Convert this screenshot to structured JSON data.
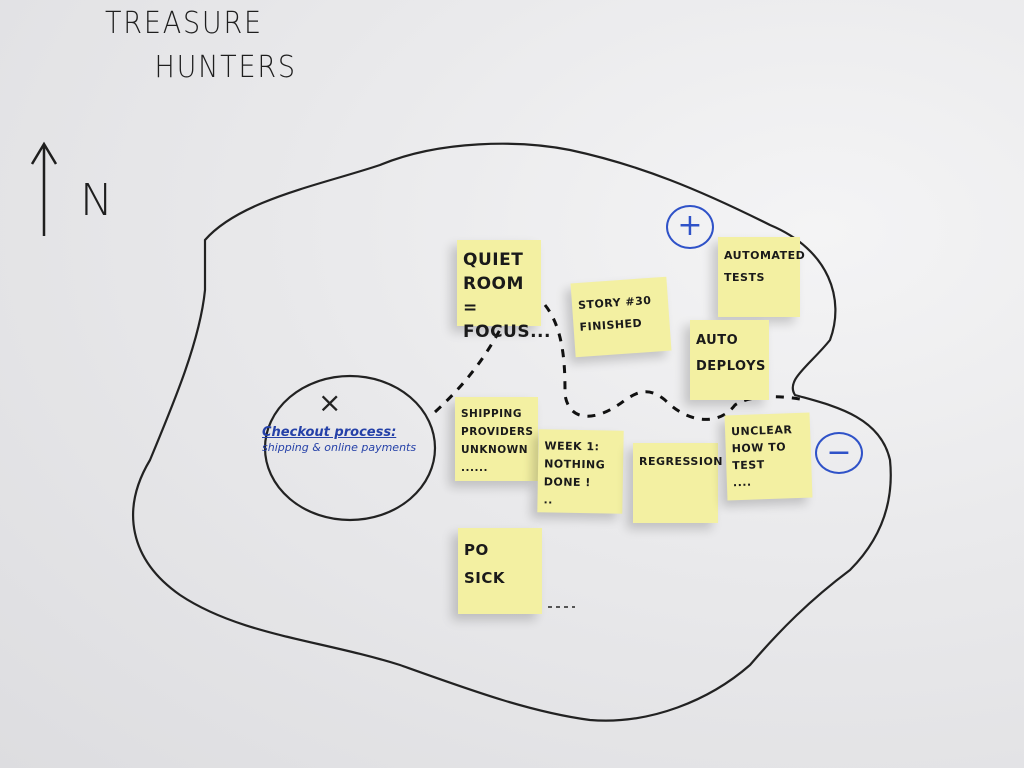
{
  "title": {
    "line1": "TREASURE",
    "line2": "HUNTERS"
  },
  "compass": {
    "arrow": "↑",
    "label": "N"
  },
  "legend": {
    "plus": "+",
    "minus": "−"
  },
  "target": {
    "mark": "×",
    "heading": "Checkout process:",
    "detail": "shipping & online payments"
  },
  "notes": [
    {
      "text": "QUIET\nROOM =\nFOCUS..."
    },
    {
      "text": "STORY #30\nFINISHED"
    },
    {
      "text": "AUTOMATED\nTESTS"
    },
    {
      "text": "AUTO\nDEPLOYS"
    },
    {
      "text": "SHIPPING\nPROVIDERS\nUNKNOWN\n......"
    },
    {
      "text": "WEEK 1:\nNOTHING\nDONE !\n.."
    },
    {
      "text": "REGRESSION"
    },
    {
      "text": "UNCLEAR\nHOW TO\nTEST\n...."
    },
    {
      "text": "PO\nSICK"
    }
  ],
  "colors": {
    "note": "#f3f0a2",
    "blue_marker": "#2f52c8",
    "black_marker": "#1e1e1e"
  }
}
